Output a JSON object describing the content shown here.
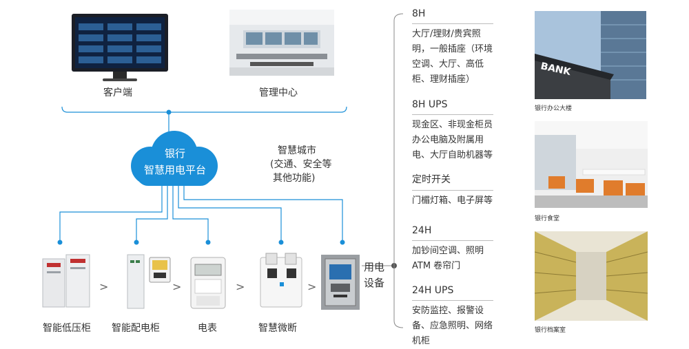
{
  "top": {
    "client_label": "客户端",
    "management_label": "管理中心"
  },
  "cloud": {
    "line1": "银行",
    "line2": "智慧用电平台",
    "color": "#1a8fd8"
  },
  "city": {
    "line1": "智慧城市",
    "line2": "(交通、安全等",
    "line3": "其他功能)"
  },
  "devices": [
    {
      "label": "智能低压柜"
    },
    {
      "label": "智能配电柜"
    },
    {
      "label": "电表"
    },
    {
      "label": "智慧微断"
    }
  ],
  "atm": {
    "line1": "用电",
    "line2": "设备"
  },
  "arrow_glyph": ">",
  "sections": [
    {
      "title": "8H",
      "body": "大厅/理财/贵宾照明，一般插座（环境空调、大厅、高低柜、理财插座）"
    },
    {
      "title": "8H UPS",
      "body": "现金区、非现金柜员办公电脑及附属用电、大厅自助机器等"
    },
    {
      "title": "定时开关",
      "body": "门楣灯箱、电子屏等"
    },
    {
      "title": "24H",
      "body": "加钞间空调、照明 ATM 卷帘门"
    },
    {
      "title": "24H UPS",
      "body": "安防监控、报警设备、应急照明、网络机柜"
    }
  ],
  "photos": [
    {
      "caption": "银行办公大楼",
      "sign": "BANK"
    },
    {
      "caption": "银行食堂"
    },
    {
      "caption": "银行档案室"
    }
  ],
  "colors": {
    "accent": "#1a8fd8",
    "line": "#888888"
  }
}
